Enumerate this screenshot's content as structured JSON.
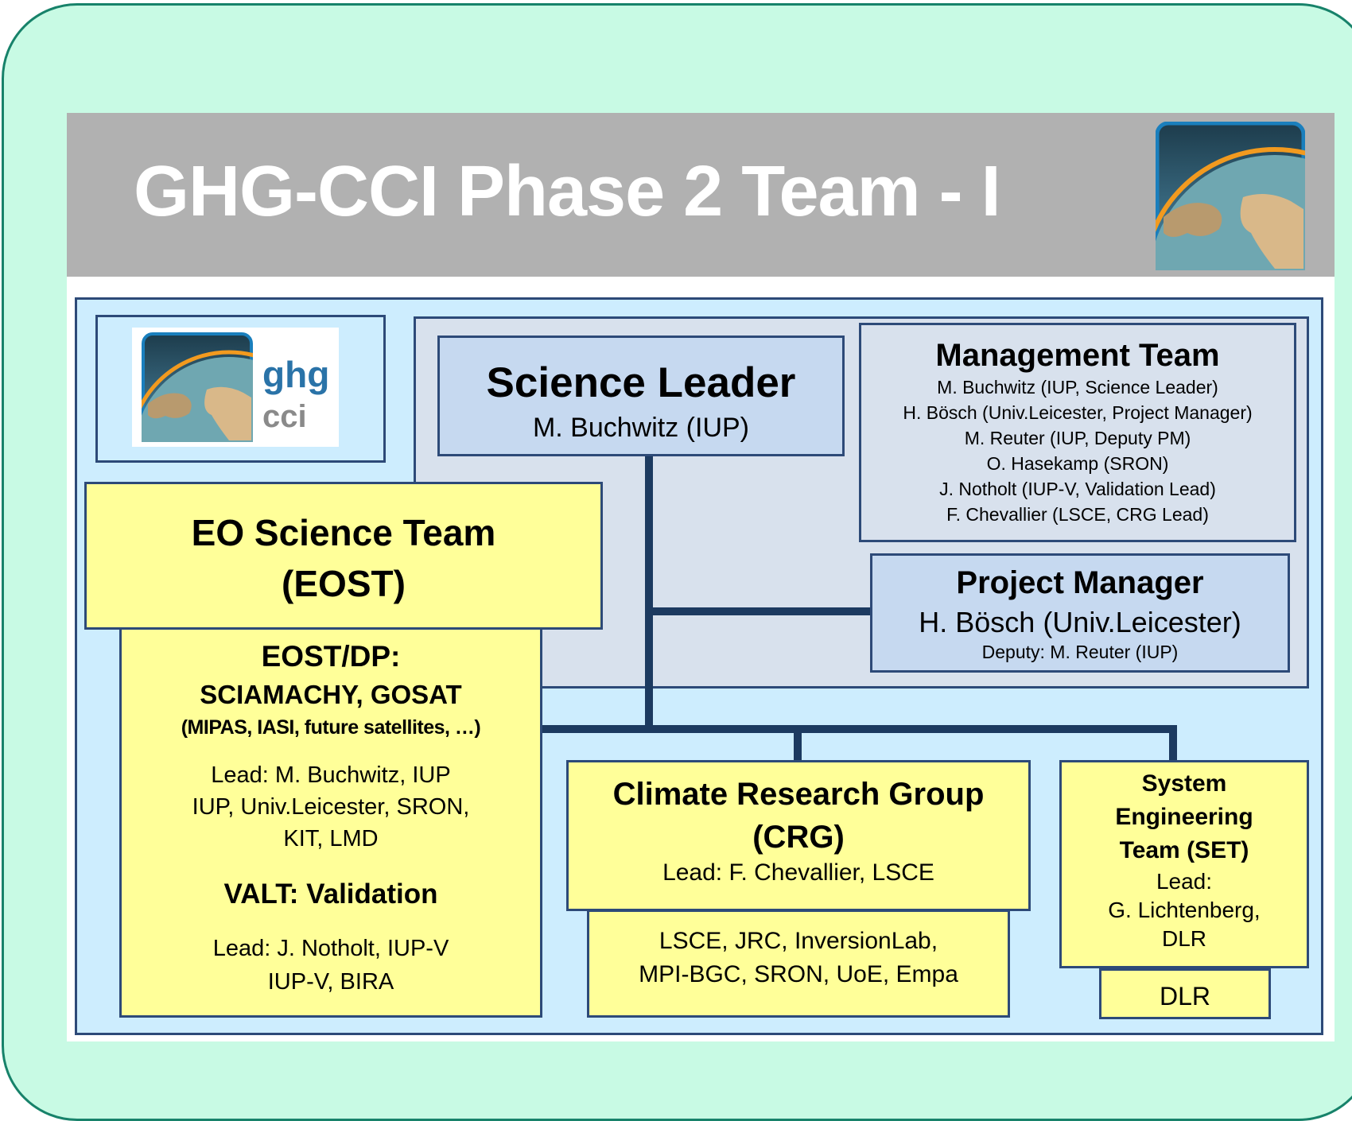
{
  "title": "GHG-CCI Phase 2 Team - I",
  "logo": {
    "line1": "ghg",
    "line2": "cci"
  },
  "science_leader": {
    "title": "Science Leader",
    "name": "M. Buchwitz (IUP)"
  },
  "management_team": {
    "title": "Management Team",
    "members": [
      "M. Buchwitz (IUP, Science Leader)",
      "H. Bösch (Univ.Leicester, Project Manager)",
      "M. Reuter (IUP, Deputy PM)",
      "O. Hasekamp (SRON)",
      "J. Notholt (IUP-V, Validation Lead)",
      "F. Chevallier (LSCE, CRG Lead)"
    ]
  },
  "project_manager": {
    "title": "Project Manager",
    "name": "H. Bösch (Univ.Leicester)",
    "deputy": "Deputy: M. Reuter (IUP)"
  },
  "eost": {
    "line1": "EO Science Team",
    "line2": "(EOST)"
  },
  "eost_dp": {
    "title": "EOST/DP:",
    "sensors": "SCIAMACHY, GOSAT",
    "future": "(MIPAS, IASI, future satellites, …)",
    "lead": "Lead: M. Buchwitz, IUP",
    "members1": "IUP, Univ.Leicester, SRON,",
    "members2": "KIT, LMD",
    "valt_title": "VALT: Validation",
    "valt_lead": "Lead: J. Notholt, IUP-V",
    "valt_members": "IUP-V, BIRA"
  },
  "crg": {
    "line1": "Climate Research Group",
    "line2": "(CRG)",
    "lead": "Lead: F. Chevallier, LSCE",
    "members1": "LSCE, JRC, InversionLab,",
    "members2": "MPI-BGC, SRON, UoE, Empa"
  },
  "set": {
    "line1": "System",
    "line2": "Engineering",
    "line3": "Team (SET)",
    "lead": "Lead:",
    "lead_name": "G. Lichtenberg,",
    "lead_org": "DLR",
    "members": "DLR"
  }
}
